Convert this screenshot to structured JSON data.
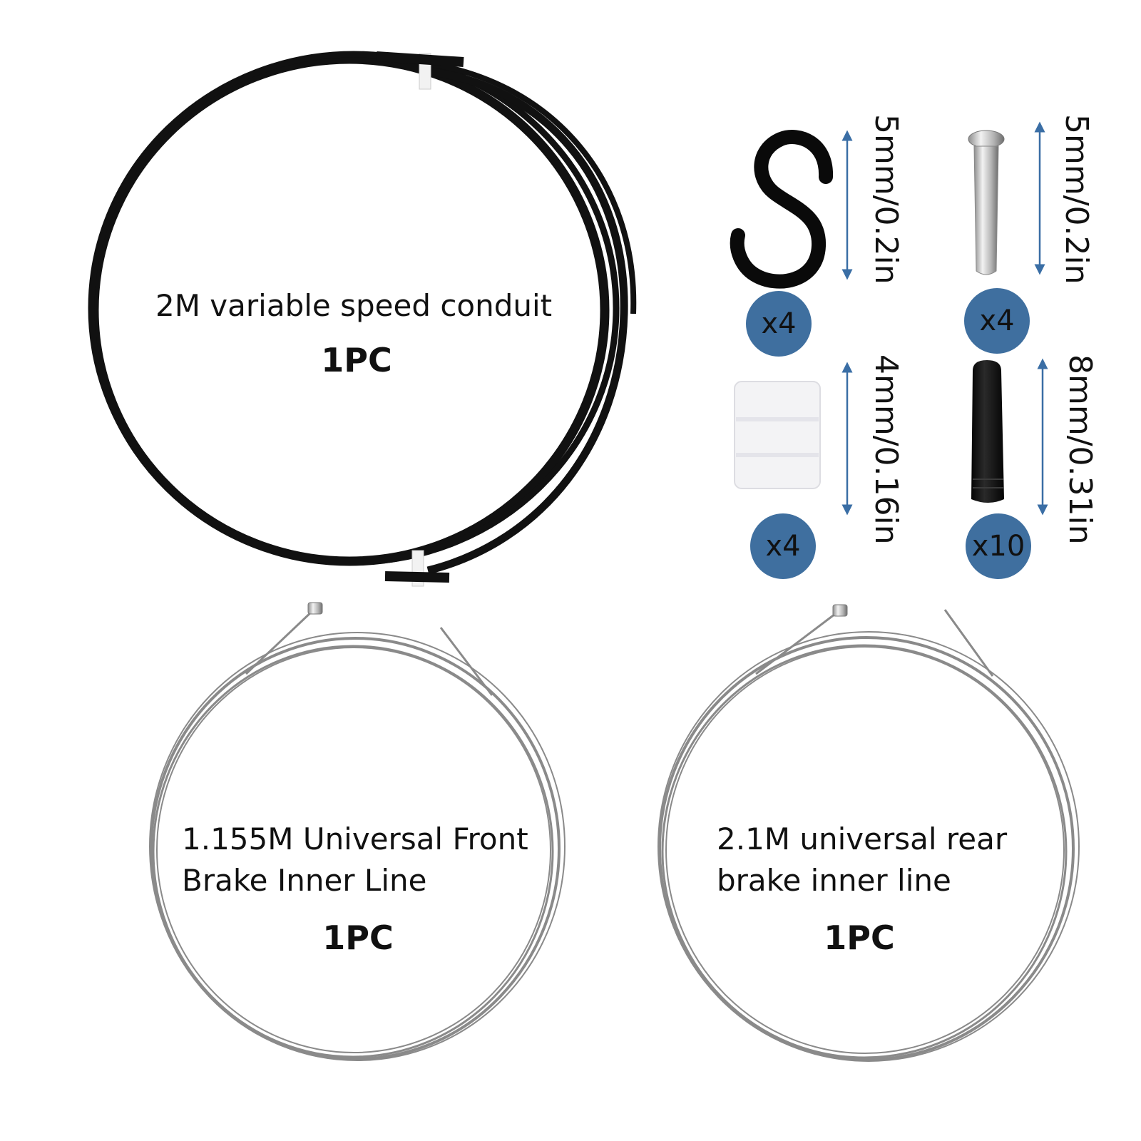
{
  "colors": {
    "badge": "#3f6f9f",
    "arrow": "#3a6ea5",
    "conduit": "#111111",
    "wire": "#8a8a8a",
    "text": "#111111"
  },
  "conduit": {
    "label": "2M variable speed conduit",
    "qty": "1PC"
  },
  "front_wire": {
    "label_line1": "1.155M Universal Front",
    "label_line2": "Brake Inner Line",
    "qty": "1PC"
  },
  "rear_wire": {
    "label_line1": "2.1M universal rear",
    "label_line2": "brake inner line",
    "qty": "1PC"
  },
  "accessories": [
    {
      "icon": "s-hook-icon",
      "count": "x4",
      "size": "5mm/0.2in"
    },
    {
      "icon": "end-crimp-icon",
      "count": "x4",
      "size": "5mm/0.2in"
    },
    {
      "icon": "liner-tube-icon",
      "count": "x4",
      "size": "4mm/0.16in"
    },
    {
      "icon": "ferrule-cap-icon",
      "count": "x10",
      "size": "8mm/0.31in"
    }
  ]
}
